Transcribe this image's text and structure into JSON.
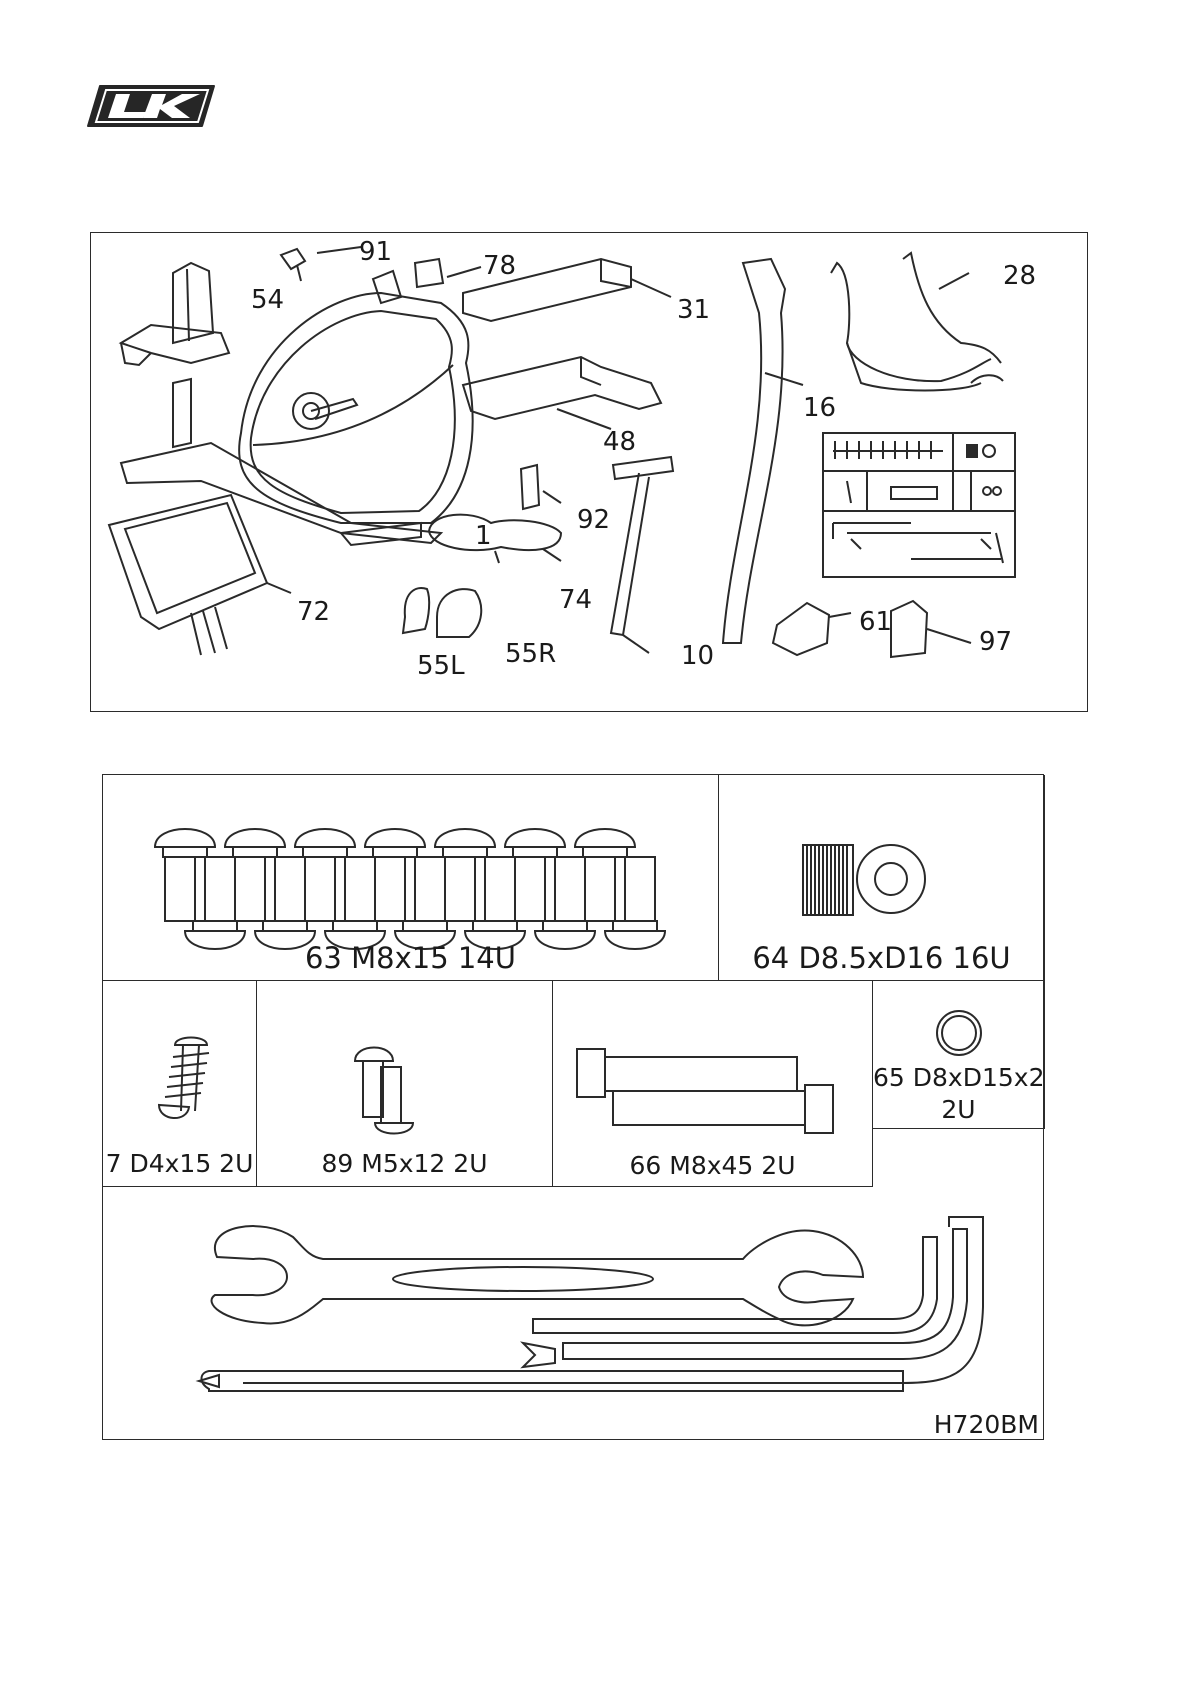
{
  "brand": {
    "logo_text": "LK"
  },
  "exploded_view": {
    "callouts": [
      "91",
      "78",
      "31",
      "28",
      "54",
      "16",
      "48",
      "1",
      "92",
      "74",
      "72",
      "55L",
      "55R",
      "10",
      "61",
      "97"
    ]
  },
  "hardware": {
    "item_63": "63 M8x15 14U",
    "item_64": "64 D8.5xD16 16U",
    "item_7": "7 D4x15 2U",
    "item_89": "89 M5x12 2U",
    "item_66": "66 M8x45 2U",
    "item_65_line1": "65 D8xD15x2",
    "item_65_line2": "2U",
    "model": "H720BM"
  }
}
